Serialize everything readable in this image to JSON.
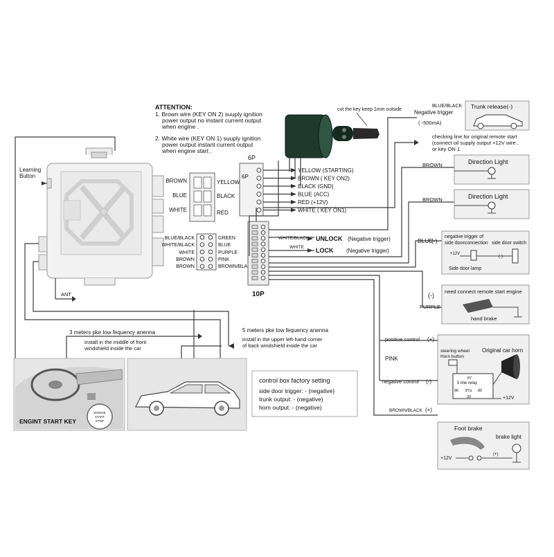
{
  "attention": {
    "title": "ATTENTION:",
    "lines": [
      "1. Brown wire (KEY  ON 2) suuply ignition",
      "power output no instant current output",
      "when engine .",
      "2. White wire (KEY  ON 1) suuply ignition",
      "power output  instant current output",
      "when engine start ."
    ]
  },
  "key_note": "cut the key keep 1mm outside",
  "learning_button": [
    "Learning",
    "Button"
  ],
  "ant_label": "ANT",
  "left_connector": {
    "left": [
      "BROWN",
      "BLUE",
      "WHITE"
    ],
    "right": [
      "YELLOW",
      "BLACK",
      "RED"
    ]
  },
  "connector_6p": {
    "label_top": "6P",
    "label_side": "6P",
    "wires": [
      "YELLOW (STARTING)",
      "BROWN ( KEY ON2)",
      "BLACK (GND)",
      "BLUE  (ACC)",
      "RED  (+12V)",
      "WHITE ( KEY ON1)"
    ]
  },
  "connector_10p_pins": {
    "left": [
      "BLUE/BLACK",
      "WHITE/BLACK",
      "WHITE",
      "BROWN",
      "BROWN"
    ],
    "right": [
      "GREEN",
      "BLUE",
      "PURPLE",
      "PINK",
      "BROWN/BLACK"
    ]
  },
  "connector_10p": {
    "label": "10P",
    "unlock_color": "WHITE/BLACK",
    "unlock": "UNLOCK",
    "unlock_note": "(Negative trigger)",
    "lock_color": "WHITE",
    "lock": "LOCK",
    "lock_note": "(Negative trigger)"
  },
  "trunk": {
    "wire": "BLUE/BLACK",
    "trigger": "Negative trigger",
    "current": "( -500mA)",
    "title": "Trunk release(-)"
  },
  "checking_note": [
    "checking line for original remote start",
    "(connect oil supply output +12V wire ,",
    "or key ON 1."
  ],
  "direction1": {
    "wire": "BROWN",
    "title": "Direction Light"
  },
  "direction2": {
    "wire": "BROWN",
    "title": "Direction Light"
  },
  "side_door": {
    "wire": "BLUE",
    "sign": "(-)",
    "line1": "negative trigger of",
    "line2": "side doorconnection",
    "switch": "side door switch",
    "voltage": "+12V",
    "lamp": "Side door lamp",
    "minus": "(-)"
  },
  "hand_brake": {
    "sign": "(-)",
    "note": "need connect remote start engine",
    "wire": "PURPLE",
    "label": "hand brake"
  },
  "horn": {
    "positive": "positive control",
    "plus": "(+)",
    "wire": "PINK",
    "negative": "negative control",
    "minus": "(-)",
    "steering": "steering wheel",
    "horn_button": "Horn button",
    "relay": "5 line relay",
    "title": "Original car horn",
    "pins": [
      "87",
      "86",
      "87a",
      "85",
      "30"
    ],
    "voltage": "+12V"
  },
  "foot_brake": {
    "wire": "BROWN/BLACK",
    "plus": "(+)",
    "title": "Foot brake",
    "brake_light": "brake light",
    "voltage": "+12V",
    "plus2": "(+)"
  },
  "antenna3": {
    "title": "3 meters pke low fequency anenna",
    "line1": "install in the  middle of front",
    "line2": "windshield inside the car"
  },
  "antenna5": {
    "title": "5 meters pke low fequency anenna",
    "line1": "install in the  upper left-hand corner",
    "line2": "of back windshield inside the car"
  },
  "engine_key": {
    "label": "ENGINT START KEY",
    "button_lines": [
      "ENGINE",
      "START",
      "STOP"
    ]
  },
  "factory": {
    "title": "control box factory setting",
    "lines": [
      "side door trigger: - (negative)",
      "trunk output: - (negative)",
      "horn output: - (negative)"
    ]
  }
}
